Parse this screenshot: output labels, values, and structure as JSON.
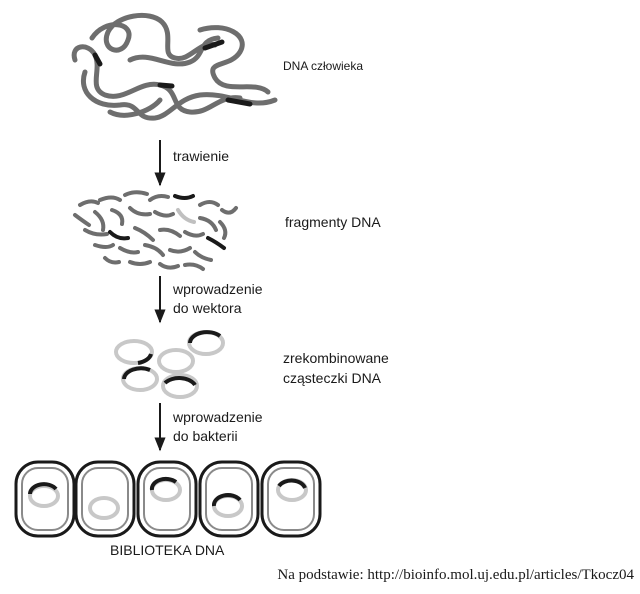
{
  "labels": {
    "human_dna": "DNA człowieka",
    "digestion": "trawienie",
    "fragments": "fragmenty DNA",
    "into_vector_1": "wprowadzenie",
    "into_vector_2": "do wektora",
    "recombinant_1": "zrekombinowane",
    "recombinant_2": "cząsteczki DNA",
    "into_bacteria_1": "wprowadzenie",
    "into_bacteria_2": "do bakterii",
    "library": "BIBLIOTEKA DNA"
  },
  "source": "Na podstawie: http://bioinfo.mol.uj.edu.pl/articles/Tkocz04",
  "colors": {
    "ink": "#1a1a1a",
    "gray": "#8a8a8a",
    "light": "#c8c8c8"
  }
}
